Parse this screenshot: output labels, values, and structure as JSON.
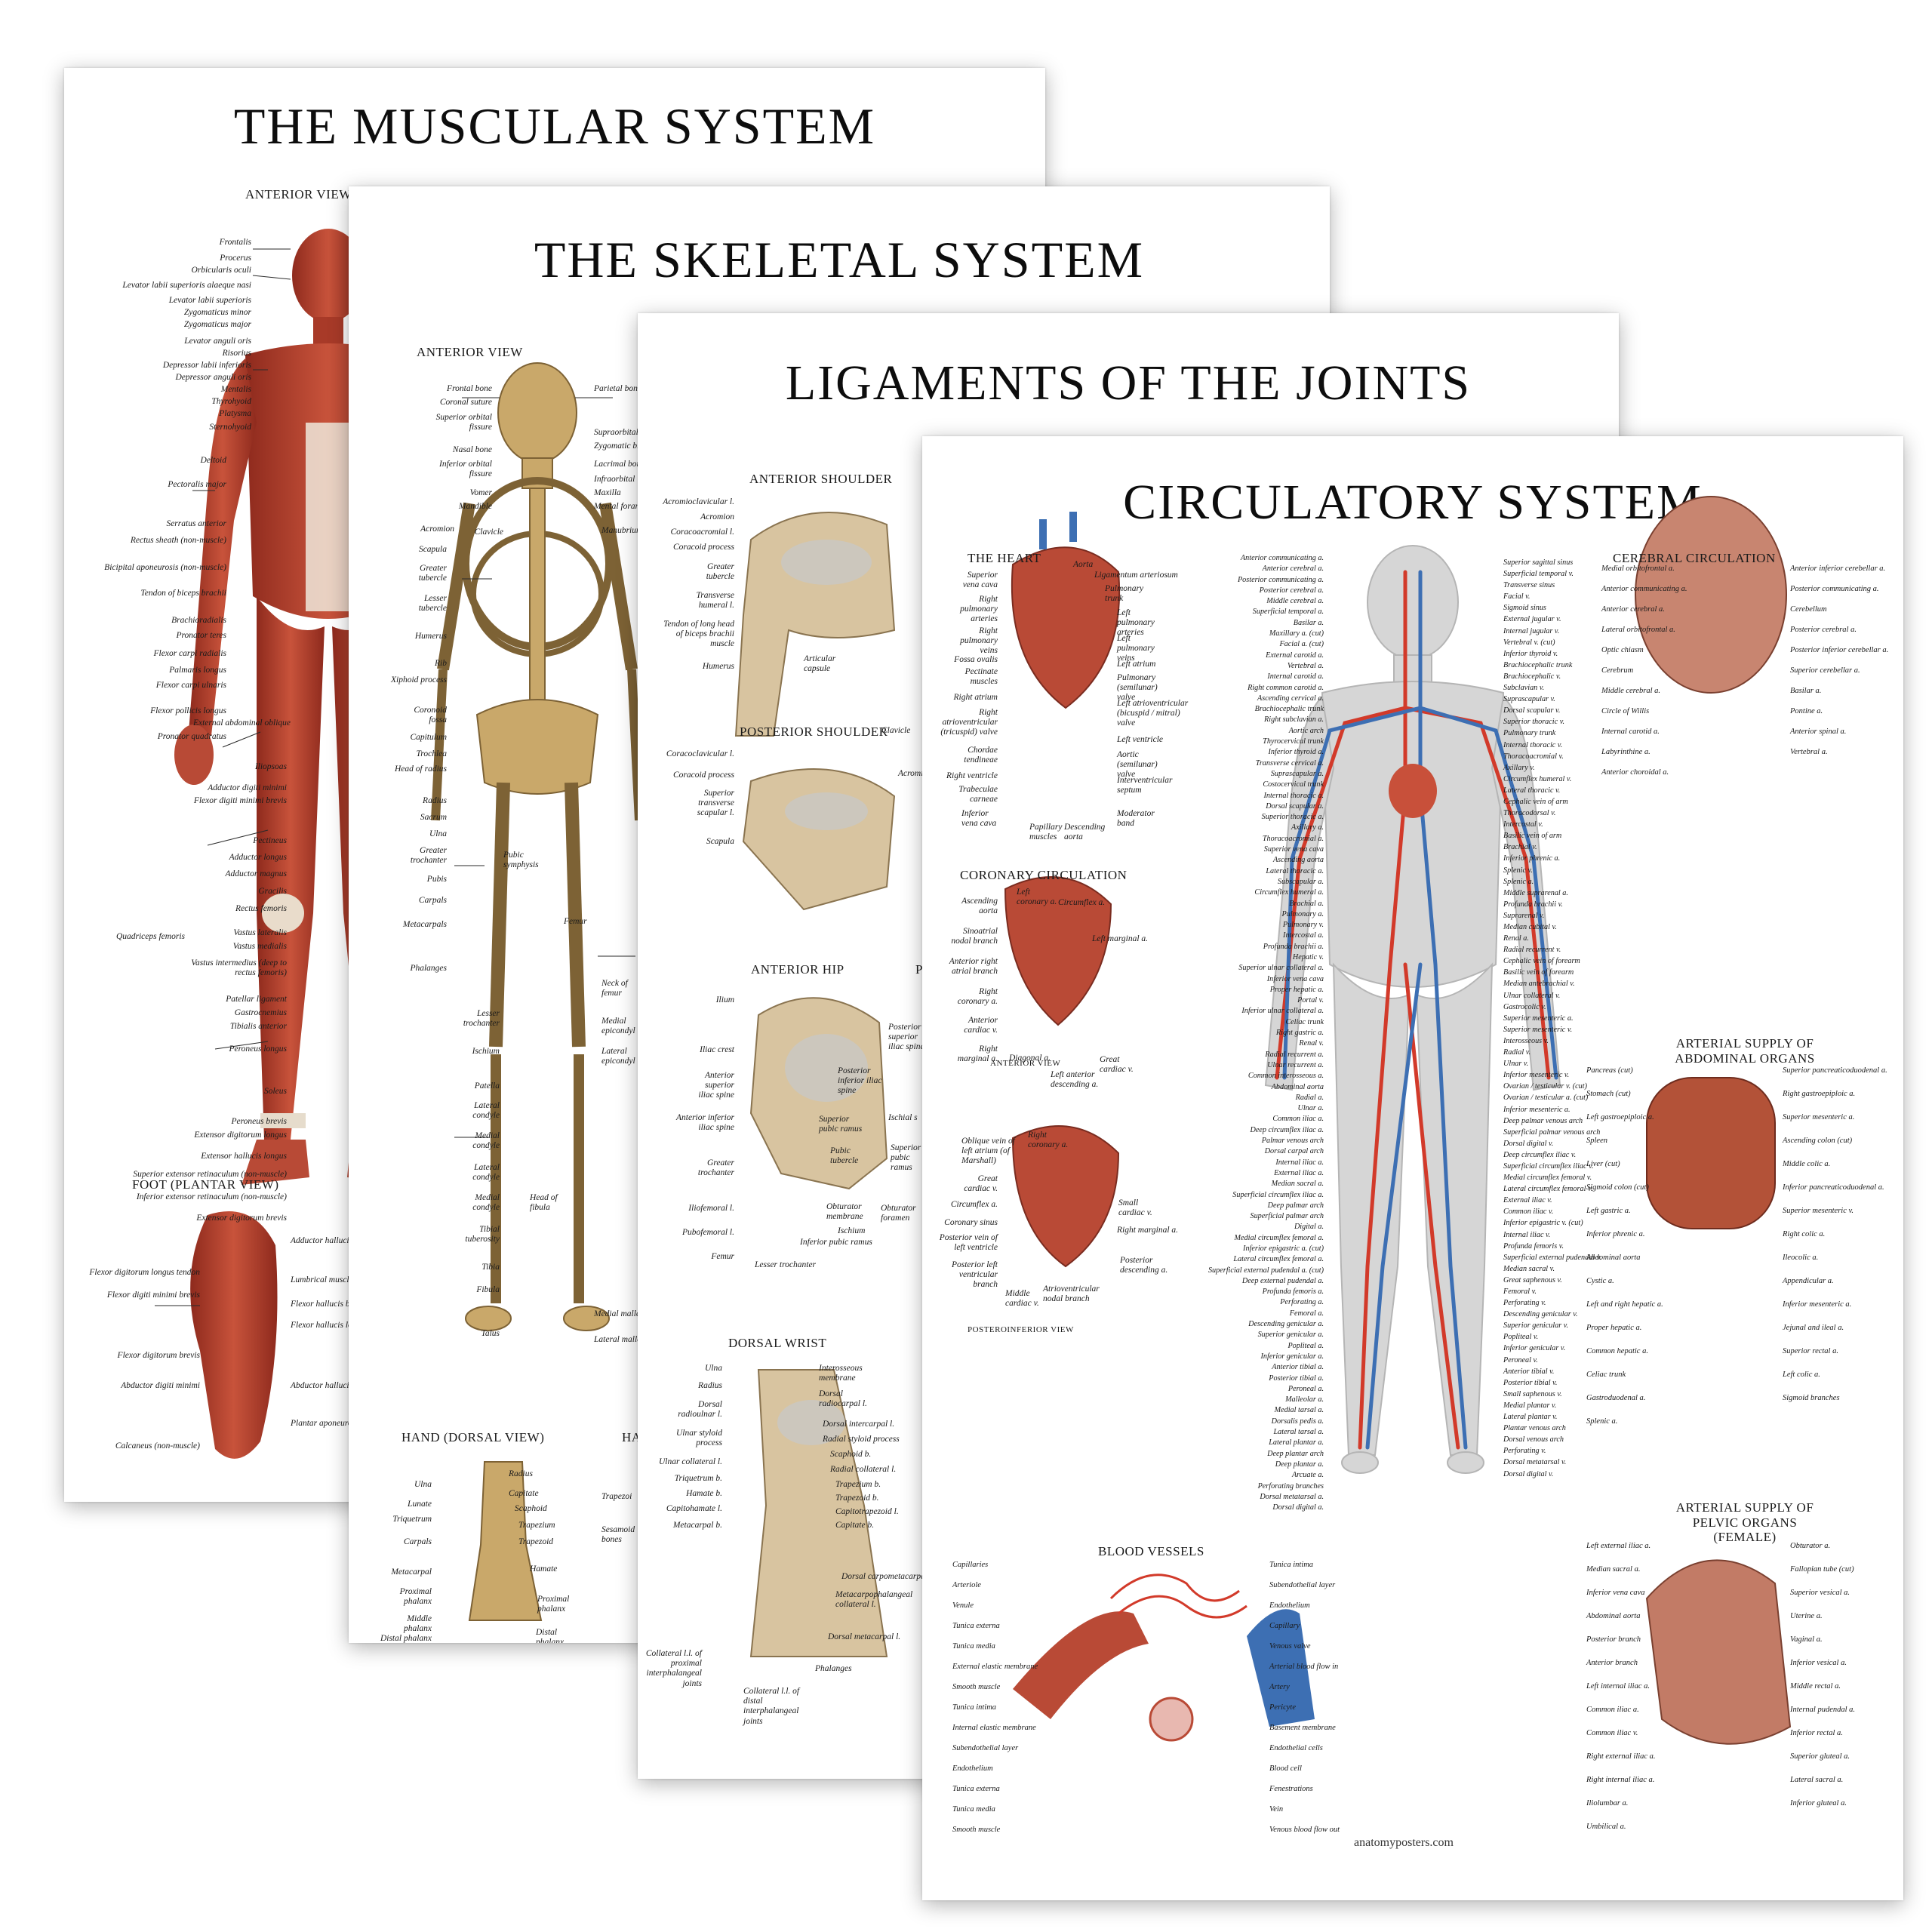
{
  "posters": {
    "muscular": {
      "title": "THE MUSCULAR SYSTEM",
      "sections": {
        "anterior": "ANTERIOR VIEW",
        "foot": "FOOT (PLANTAR VIEW)"
      },
      "labels_left": [
        "Frontalis",
        "Procerus",
        "Orbicularis oculi",
        "Levator labii superioris alaeque nasi",
        "Levator labii superioris",
        "Zygomaticus minor",
        "Zygomaticus major",
        "Levator anguli oris",
        "Risorius",
        "Depressor labii inferioris",
        "Depressor anguli oris",
        "Mentalis",
        "Thyrohyoid",
        "Platysma",
        "Sternohyoid",
        "Deltoid",
        "Pectoralis major",
        "Serratus anterior",
        "Rectus sheath (non-muscle)",
        "Bicipital aponeurosis (non-muscle)",
        "Tendon of biceps brachii",
        "Brachioradialis",
        "Pronator teres",
        "Flexor carpi radialis",
        "Palmaris longus",
        "Flexor carpi ulnaris",
        "Flexor pollicis longus",
        "Pronator quadratus",
        "External abdominal oblique",
        "Iliopsoas",
        "Adductor digiti minimi",
        "Flexor digiti minimi brevis",
        "Pectineus",
        "Adductor longus",
        "Adductor magnus",
        "Gracilis",
        "Rectus femoris",
        "Vastus lateralis",
        "Vastus medialis",
        "Vastus intermedius (deep to rectus femoris)",
        "Quadriceps femoris",
        "Patellar ligament",
        "Gastrocnemius",
        "Tibialis anterior",
        "Peroneus longus",
        "Soleus",
        "Peroneus brevis",
        "Extensor digitorum longus",
        "Extensor hallucis longus",
        "Superior extensor retinaculum (non-muscle)",
        "Inferior extensor retinaculum (non-muscle)",
        "Extensor digitorum brevis"
      ],
      "foot_labels": [
        "Adductor hallucis - transverse head",
        "Flexor digitorum longus tendon",
        "Lumbrical muscles",
        "Flexor digiti minimi brevis",
        "Flexor hallucis brevis",
        "Flexor hallucis longus tendon",
        "Flexor digitorum brevis",
        "Abductor digiti minimi",
        "Abductor hallucis",
        "Plantar aponeurosis (non-muscle)",
        "Calcaneus (non-muscle)"
      ]
    },
    "skeletal": {
      "title": "THE SKELETAL SYSTEM",
      "sections": {
        "anterior": "ANTERIOR VIEW",
        "hand": "HAND (DORSAL VIEW)",
        "hand2": "HA"
      },
      "labels_left": [
        "Frontal bone",
        "Coronal suture",
        "Superior orbital fissure",
        "Nasal bone",
        "Inferior orbital fissure",
        "Vomer",
        "Mandible",
        "Acromion",
        "Clavicle",
        "Scapula",
        "Greater tubercle",
        "Lesser tubercle",
        "Humerus",
        "Rib",
        "Xiphoid process",
        "Coronoid fossa",
        "Capitulum",
        "Trochlea",
        "Head of radius",
        "Radius",
        "Sacrum",
        "Ulna",
        "Greater trochanter",
        "Pubis",
        "Carpals",
        "Metacarpals",
        "Phalanges",
        "Lesser trochanter",
        "Ischium",
        "Patella",
        "Lateral condyle",
        "Medial condyle",
        "Lateral condyle",
        "Medial condyle",
        "Tibial tuberosity",
        "Tibia",
        "Fibula",
        "Talus"
      ],
      "labels_right": [
        "Parietal bone",
        "Supraorbital",
        "Zygomatic b.",
        "Lacrimal bon",
        "Infraorbital",
        "Maxilla",
        "Mental foramen",
        "Manubrium",
        "Pubic symphysis",
        "Femur",
        "Neck of femur",
        "Medial epicondyl",
        "Lateral epicondyl",
        "Head of fibula",
        "Medial malle",
        "Lateral malle"
      ],
      "hand_labels": [
        "Ulna",
        "Lunate",
        "Triquetrum",
        "Carpals",
        "Metacarpal",
        "Proximal phalanx",
        "Middle phalanx",
        "Distal phalanx",
        "Radius",
        "Capitate",
        "Scaphoid",
        "Trapezium",
        "Trapezoid",
        "Hamate",
        "Proximal phalanx",
        "Distal phalanx",
        "Trapezoi",
        "Sesamoid bones"
      ]
    },
    "ligaments": {
      "title": "LIGAMENTS OF THE JOINTS",
      "sections": {
        "ant_shoulder": "ANTERIOR SHOULDER",
        "post_shoulder": "POSTERIOR SHOULDER",
        "ant_hip": "ANTERIOR HIP",
        "hip2": "P",
        "dorsal_wrist": "DORSAL WRIST"
      },
      "shoulder_labels": [
        "Acromioclavicular l.",
        "Acromion",
        "Coracoacromial l.",
        "Coracoid process",
        "Greater tubercle",
        "Transverse humeral l.",
        "Tendon of long head of biceps brachii muscle",
        "Humerus",
        "Articular capsule",
        "Clavicle",
        "Coracoclavicular l.",
        "Coracoid process",
        "Superior transverse scapular l.",
        "Scapula",
        "Acromi"
      ],
      "hip_labels": [
        "Ilium",
        "Iliac crest",
        "Anterior superior iliac spine",
        "Anterior inferior iliac spine",
        "Greater trochanter",
        "Iliofemoral l.",
        "Pubofemoral l.",
        "Femur",
        "Lesser trochanter",
        "Inferior pubic ramus",
        "Ischium",
        "Obturator membrane",
        "Pubic tubercle",
        "Superior pubic ramus",
        "Posterior inferior iliac spine",
        "Posterior superior iliac spine",
        "Ischial s",
        "Superior pubic ramus",
        "Obturator foramen"
      ],
      "wrist_labels": [
        "Ulna",
        "Radius",
        "Dorsal radioulnar l.",
        "Ulnar styloid process",
        "Ulnar collateral l.",
        "Triquetrum b.",
        "Hamate b.",
        "Capitohamate l.",
        "Metacarpal b.",
        "Interosseous membrane",
        "Dorsal radiocarpal l.",
        "Dorsal intercarpal l.",
        "Radial styloid process",
        "Scaphoid b.",
        "Radial collateral l.",
        "Trapezium b.",
        "Trapezoid b.",
        "Capitotrapezoid l.",
        "Capitate b.",
        "Dorsal carpometacarpal l.l.",
        "Metacarpophalangeal collateral l.",
        "Dorsal metacarpal l.",
        "Collateral l.l. of proximal interphalangeal joints",
        "Collateral l.l. of distal interphalangeal joints",
        "Phalanges"
      ]
    },
    "circulatory": {
      "title": "CIRCULATORY SYSTEM",
      "sections": {
        "heart": "THE HEART",
        "coronary": "CORONARY CIRCULATION",
        "anterior_view": "ANTERIOR VIEW",
        "posteroinferior_view": "POSTEROINFERIOR VIEW",
        "cerebral": "CEREBRAL CIRCULATION",
        "abdominal": "ARTERIAL SUPPLY OF ABDOMINAL ORGANS",
        "pelvic": "ARTERIAL SUPPLY OF PELVIC ORGANS (FEMALE)",
        "vessels": "BLOOD VESSELS"
      },
      "heart_labels": [
        "Superior vena cava",
        "Right pulmonary arteries",
        "Right pulmonary veins",
        "Fossa ovalis",
        "Pectinate muscles",
        "Right atrium",
        "Right atrioventricular (tricuspid) valve",
        "Chordae tendineae",
        "Right ventricle",
        "Trabeculae carneae",
        "Inferior vena cava",
        "Papillary muscles",
        "Descending aorta",
        "Aorta",
        "Ligamentum arteriosum",
        "Pulmonary trunk",
        "Left pulmonary arteries",
        "Left pulmonary veins",
        "Left atrium",
        "Pulmonary (semilunar) valve",
        "Left atrioventricular (bicuspid / mitral) valve",
        "Left ventricle",
        "Aortic (semilunar) valve",
        "Interventricular septum",
        "Moderator band"
      ],
      "coronary_labels": [
        "Left coronary a.",
        "Circumflex a.",
        "Ascending aorta",
        "Sinoatrial nodal branch",
        "Anterior right atrial branch",
        "Left marginal a.",
        "Right coronary a.",
        "Anterior cardiac v.",
        "Right marginal a.",
        "Diagonal a.",
        "Left anterior descending a.",
        "Great cardiac v.",
        "Oblique vein of left atrium (of Marshall)",
        "Right coronary a.",
        "Great cardiac v.",
        "Circumflex a.",
        "Coronary sinus",
        "Posterior vein of left ventricle",
        "Posterior left ventricular branch",
        "Middle cardiac v.",
        "Atrioventricular nodal branch",
        "Small cardiac v.",
        "Right marginal a.",
        "Posterior descending a."
      ],
      "body_labels_left": [
        "Anterior communicating a.",
        "Anterior cerebral a.",
        "Posterior communicating a.",
        "Posterior cerebral a.",
        "Middle cerebral a.",
        "Superficial temporal a.",
        "Basilar a.",
        "Maxillary a. (cut)",
        "Facial a. (cut)",
        "External carotid a.",
        "Vertebral a.",
        "Internal carotid a.",
        "Right common carotid a.",
        "Ascending cervical a.",
        "Brachiocephalic trunk",
        "Right subclavian a.",
        "Aortic arch",
        "Thyrocervical trunk",
        "Inferior thyroid a.",
        "Transverse cervical a.",
        "Suprascapular a.",
        "Costocervical trunk",
        "Internal thoracic a.",
        "Dorsal scapular a.",
        "Superior thoracic a.",
        "Axillary a.",
        "Thoracoacromial a.",
        "Superior vena cava",
        "Ascending aorta",
        "Lateral thoracic a.",
        "Subscapular a.",
        "Circumflex humeral a.",
        "Brachial a.",
        "Pulmonary a.",
        "Pulmonary v.",
        "Intercostal a.",
        "Profunda brachii a.",
        "Hepatic v.",
        "Superior ulnar collateral a.",
        "Inferior vena cava",
        "Proper hepatic a.",
        "Portal v.",
        "Inferior ulnar collateral a.",
        "Celiac trunk",
        "Right gastric a.",
        "Renal v.",
        "Radial recurrent a.",
        "Ulnar recurrent a.",
        "Common interosseous a.",
        "Abdominal aorta",
        "Radial a.",
        "Ulnar a.",
        "Common iliac a.",
        "Deep circumflex iliac a.",
        "Palmar venous arch",
        "Dorsal carpal arch",
        "Internal iliac a.",
        "External iliac a.",
        "Median sacral a.",
        "Superficial circumflex iliac a.",
        "Deep palmar arch",
        "Superficial palmar arch",
        "Digital a.",
        "Medial circumflex femoral a.",
        "Inferior epigastric a. (cut)",
        "Lateral circumflex femoral a.",
        "Superficial external pudendal a. (cut)",
        "Deep external pudendal a.",
        "Profunda femoris a.",
        "Perforating a.",
        "Femoral a.",
        "Descending genicular a.",
        "Superior genicular a.",
        "Popliteal a.",
        "Inferior genicular a.",
        "Anterior tibial a.",
        "Posterior tibial a.",
        "Peroneal a.",
        "Malleolar a.",
        "Medial tarsal a.",
        "Dorsalis pedis a.",
        "Lateral tarsal a.",
        "Lateral plantar a.",
        "Deep plantar arch",
        "Deep plantar a.",
        "Arcuate a.",
        "Perforating branches",
        "Dorsal metatarsal a.",
        "Dorsal digital a."
      ],
      "body_labels_right": [
        "Superior sagittal sinus",
        "Superficial temporal v.",
        "Transverse sinus",
        "Facial v.",
        "Sigmoid sinus",
        "External jugular v.",
        "Internal jugular v.",
        "Vertebral v. (cut)",
        "Inferior thyroid v.",
        "Brachiocephalic trunk",
        "Brachiocephalic v.",
        "Subclavian v.",
        "Suprascapular v.",
        "Dorsal scapular v.",
        "Superior thoracic v.",
        "Pulmonary trunk",
        "Internal thoracic v.",
        "Thoracoacromial v.",
        "Axillary v.",
        "Circumflex humeral v.",
        "Lateral thoracic v.",
        "Cephalic vein of arm",
        "Thoracodorsal v.",
        "Intercostal v.",
        "Basilic vein of arm",
        "Brachial v.",
        "Inferior phrenic a.",
        "Splenic v.",
        "Splenic a.",
        "Middle suprarenal a.",
        "Profunda brachii v.",
        "Suprarenal v.",
        "Median cubital v.",
        "Renal a.",
        "Radial recurrent v.",
        "Cephalic vein of forearm",
        "Basilic vein of forearm",
        "Median antebrachial v.",
        "Ulnar collateral v.",
        "Gastrocolic v.",
        "Superior mesenteric a.",
        "Superior mesenteric v.",
        "Interosseous v.",
        "Radial v.",
        "Ulnar v.",
        "Inferior mesenteric v.",
        "Ovarian / testicular v. (cut)",
        "Ovarian / testicular a. (cut)",
        "Inferior mesenteric a.",
        "Deep palmar venous arch",
        "Superficial palmar venous arch",
        "Dorsal digital v.",
        "Deep circumflex iliac v.",
        "Superficial circumflex iliac v.",
        "Medial circumflex femoral v.",
        "Lateral circumflex femoral v.",
        "External iliac v.",
        "Common iliac v.",
        "Inferior epigastric v. (cut)",
        "Internal iliac v.",
        "Profunda femoris v.",
        "Superficial external pudendal v.",
        "Median sacral v.",
        "Great saphenous v.",
        "Femoral v.",
        "Perforating v.",
        "Descending genicular v.",
        "Superior genicular v.",
        "Popliteal v.",
        "Inferior genicular v.",
        "Peroneal v.",
        "Anterior tibial v.",
        "Posterior tibial v.",
        "Small saphenous v.",
        "Medial plantar v.",
        "Lateral plantar v.",
        "Plantar venous arch",
        "Dorsal venous arch",
        "Perforating v.",
        "Dorsal metatarsal v.",
        "Dorsal digital v."
      ],
      "cerebral_labels": [
        "Medial orbitofrontal a.",
        "Anterior communicating a.",
        "Anterior cerebral a.",
        "Lateral orbitofrontal a.",
        "Optic chiasm",
        "Cerebrum",
        "Middle cerebral a.",
        "Circle of Willis",
        "Internal carotid a.",
        "Labyrinthine a.",
        "Anterior choroidal a.",
        "Anterior inferior cerebellar a.",
        "Posterior communicating a.",
        "Cerebellum",
        "Posterior cerebral a.",
        "Posterior inferior cerebellar a.",
        "Superior cerebellar a.",
        "Basilar a.",
        "Pontine a.",
        "Anterior spinal a.",
        "Vertebral a."
      ],
      "abdominal_labels": [
        "Pancreas (cut)",
        "Stomach (cut)",
        "Left gastroepiploic a.",
        "Spleen",
        "Liver (cut)",
        "Sigmoid colon (cut)",
        "Left gastric a.",
        "Inferior phrenic a.",
        "Abdominal aorta",
        "Cystic a.",
        "Left and right hepatic a.",
        "Proper hepatic a.",
        "Common hepatic a.",
        "Celiac trunk",
        "Gastroduodenal a.",
        "Splenic a.",
        "Superior pancreaticoduodenal a.",
        "Right gastroepiploic a.",
        "Superior mesenteric a.",
        "Ascending colon (cut)",
        "Middle colic a.",
        "Inferior pancreaticoduodenal a.",
        "Superior mesenteric v.",
        "Right colic a.",
        "Ileocolic a.",
        "Appendicular a.",
        "Inferior mesenteric a.",
        "Jejunal and ileal a.",
        "Superior rectal a.",
        "Left colic a.",
        "Sigmoid branches"
      ],
      "pelvic_labels": [
        "Left external iliac a.",
        "Median sacral a.",
        "Inferior vena cava",
        "Abdominal aorta",
        "Posterior branch",
        "Anterior branch",
        "Left internal iliac a.",
        "Common iliac a.",
        "Common iliac v.",
        "Right external iliac a.",
        "Right internal iliac a.",
        "Iliolumbar a.",
        "Umbilical a.",
        "Obturator a.",
        "Fallopian tube (cut)",
        "Superior vesical a.",
        "Uterine a.",
        "Vaginal a.",
        "Inferior vesical a.",
        "Middle rectal a.",
        "Internal pudendal a.",
        "Inferior rectal a.",
        "Superior gluteal a.",
        "Lateral sacral a.",
        "Inferior gluteal a."
      ],
      "vessel_labels": [
        "Capillaries",
        "Arteriole",
        "Venule",
        "Tunica externa",
        "Tunica media",
        "External elastic membrane",
        "Smooth muscle",
        "Tunica intima",
        "Internal elastic membrane",
        "Subendothelial layer",
        "Endothelium",
        "Tunica externa",
        "Tunica media",
        "Smooth muscle",
        "Tunica intima",
        "Subendothelial layer",
        "Endothelium",
        "Capillary",
        "Venous valve",
        "Arterial blood flow in",
        "Artery",
        "Pericyte",
        "Basement membrane",
        "Endothelial cells",
        "Blood cell",
        "Fenestrations",
        "Vein",
        "Venous blood flow out"
      ],
      "footer_url": "anatomyposters.com"
    }
  },
  "colors": {
    "muscle": "#b8402e",
    "bone": "#c9a86a",
    "ligament": "#d9c9a3",
    "artery": "#d23a2a",
    "vein": "#3d6fb3",
    "body_silhouette": "#d6d6d6"
  }
}
